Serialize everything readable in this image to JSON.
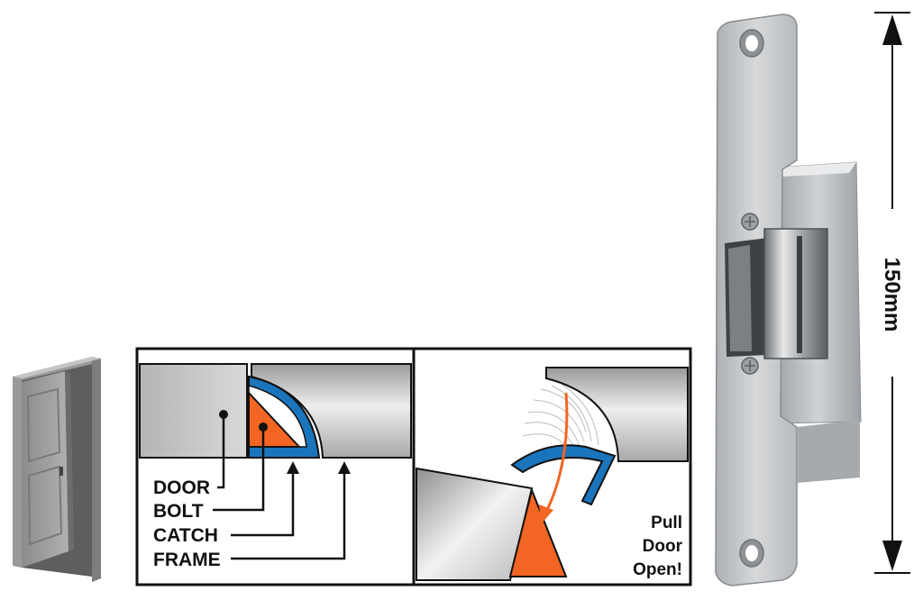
{
  "left_panel": {
    "labels": [
      "DOOR",
      "BOLT",
      "CATCH",
      "FRAME"
    ]
  },
  "right_panel": {
    "caption_lines": [
      "Pull",
      "Door",
      "Open!"
    ]
  },
  "dimension": {
    "text": "150mm"
  },
  "colors": {
    "bolt": "#f26522",
    "catch": "#1b75bc",
    "outline": "#111111",
    "metal": "#c8c8c8"
  },
  "icons": [
    "door-icon",
    "electric-strike-photo"
  ]
}
